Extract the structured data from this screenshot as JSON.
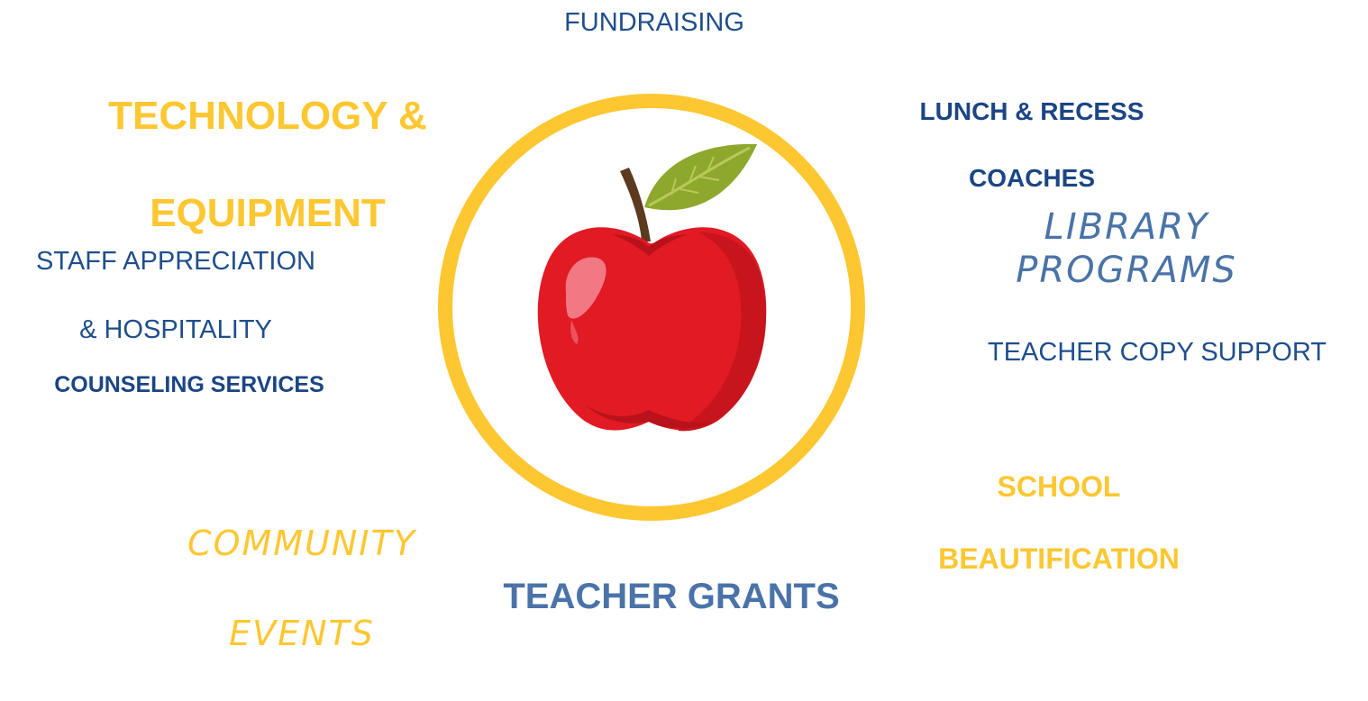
{
  "labels": {
    "fundraising": "FUNDRAISING",
    "technology": [
      "TECHNOLOGY &",
      "EQUIPMENT"
    ],
    "lunch": [
      "LUNCH & RECESS",
      "COACHES"
    ],
    "staff": [
      "STAFF APPRECIATION",
      "& HOSPITALITY"
    ],
    "library": "LIBRARY PROGRAMS",
    "copy": "TEACHER COPY SUPPORT",
    "counseling": "COUNSELING SERVICES",
    "beautification": [
      "SCHOOL",
      "BEAUTIFICATION"
    ],
    "community": [
      "COMMUNITY",
      "EVENTS"
    ],
    "grants": "TEACHER GRANTS"
  },
  "colors": {
    "navy": "#1b4584",
    "blue": "#1f4e8c",
    "steel_blue": "#4a73a8",
    "gold": "#fdc731",
    "apple_red": "#e11a24",
    "leaf_green": "#8ea82e",
    "stem_brown": "#5b3a1f"
  },
  "icons": {
    "center": "apple-icon",
    "frame": "ring"
  }
}
